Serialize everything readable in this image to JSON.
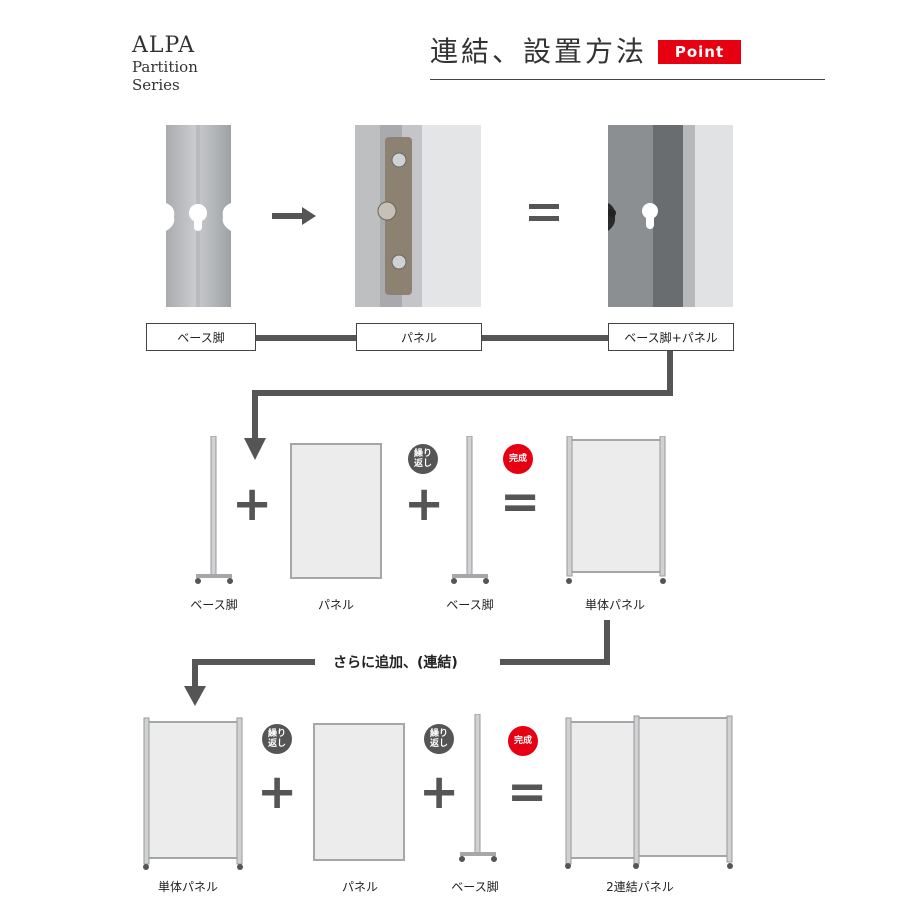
{
  "header": {
    "brand_line1": "ALPA",
    "brand_line2": "Partition",
    "brand_line3": "Series",
    "title": "連結、設置方法",
    "badge": "Point"
  },
  "row1": {
    "label_base": "ベース脚",
    "label_panel": "パネル",
    "label_combined": "ベース脚+パネル",
    "arrow": "→",
    "equals": "="
  },
  "row2": {
    "plus": "+",
    "equals": "=",
    "repeat_badge": "繰り返し",
    "done_badge": "完成",
    "caption_base": "ベース脚",
    "caption_panel": "パネル",
    "caption_base2": "ベース脚",
    "caption_result": "単体パネル"
  },
  "flow_label": "さらに追加、(連結)",
  "row3": {
    "plus": "+",
    "equals": "=",
    "repeat_badge": "繰り返し",
    "done_badge": "完成",
    "caption_single": "単体パネル",
    "caption_panel": "パネル",
    "caption_base": "ベース脚",
    "caption_result": "2連結パネル"
  },
  "colors": {
    "accent_red": "#e60012",
    "arrow_gray": "#555555"
  }
}
